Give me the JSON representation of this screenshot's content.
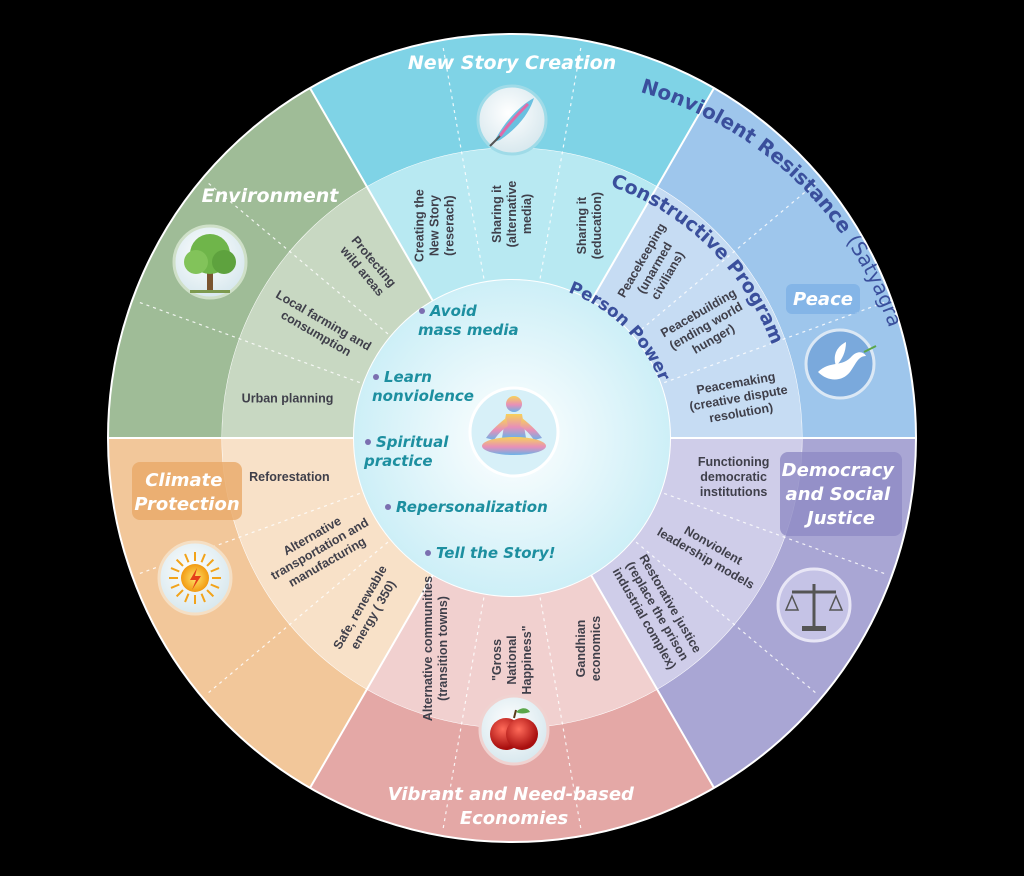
{
  "sectors": {
    "new_story": {
      "title": "New Story Creation",
      "color": "#7fd3e6",
      "items": [
        [
          "Creating the",
          "New Story",
          "(reserach)"
        ],
        [
          "Sharing it",
          "(alternative",
          "media)"
        ],
        [
          "Sharing it",
          "(education)"
        ]
      ]
    },
    "peace": {
      "title": "Peace",
      "color": "#9ec6ec",
      "items": [
        [
          "Peacekeeping",
          "(unarmed",
          "civilians)"
        ],
        [
          "Peacebuilding",
          "(ending world",
          "hunger)"
        ],
        [
          "Peacemaking",
          "(creative dispute",
          "resolution)"
        ]
      ]
    },
    "democracy": {
      "title_lines": [
        "Democracy",
        "and Social",
        "Justice"
      ],
      "color": "#a9a6d4",
      "items": [
        [
          "Functioning",
          "democratic",
          "institutions"
        ],
        [
          "Nonviolent",
          "leadership models"
        ],
        [
          "Restorative justice",
          "(replace the prison",
          "industrial complex)"
        ]
      ]
    },
    "economies": {
      "title_lines": [
        "Vibrant and Need-based",
        "Economies"
      ],
      "color": "#e4a8a6",
      "items": [
        [
          "Gandhian",
          "economics"
        ],
        [
          "\"Gross",
          "National",
          "Happiness\""
        ],
        [
          "Alternative communities",
          "(transition towns)"
        ]
      ]
    },
    "climate": {
      "title_lines": [
        "Climate",
        "Protection"
      ],
      "color": "#f2c79a",
      "items": [
        [
          "Reforestation"
        ],
        [
          "Alternative",
          "transportation and",
          "manufacturing"
        ],
        [
          "Safe, renewable",
          "energy (   350)"
        ]
      ]
    },
    "environment": {
      "title": "Environment",
      "color": "#9fbc97",
      "items": [
        [
          "Urban planning"
        ],
        [
          "Local farming and",
          "consumption"
        ],
        [
          "Protecting",
          "wild areas"
        ]
      ]
    }
  },
  "rings": {
    "outer_label": "Nonviolent Resistance",
    "outer_label_suffix": "(Satyagraha)",
    "middle_label": "Constructive Program",
    "inner_label": "Person Power"
  },
  "core": {
    "items": [
      [
        "Avoid",
        "mass media"
      ],
      [
        "Learn",
        "nonviolence"
      ],
      [
        "Spiritual",
        "practice"
      ],
      [
        "Repersonalization"
      ],
      [
        "Tell the Story!"
      ]
    ]
  },
  "icons": {
    "new_story": "quill-icon",
    "environment": "tree-icon",
    "peace": "dove-icon",
    "democracy": "scales-icon",
    "economies": "apple-icon",
    "climate": "sun-icon",
    "core": "meditating-person-icon"
  }
}
